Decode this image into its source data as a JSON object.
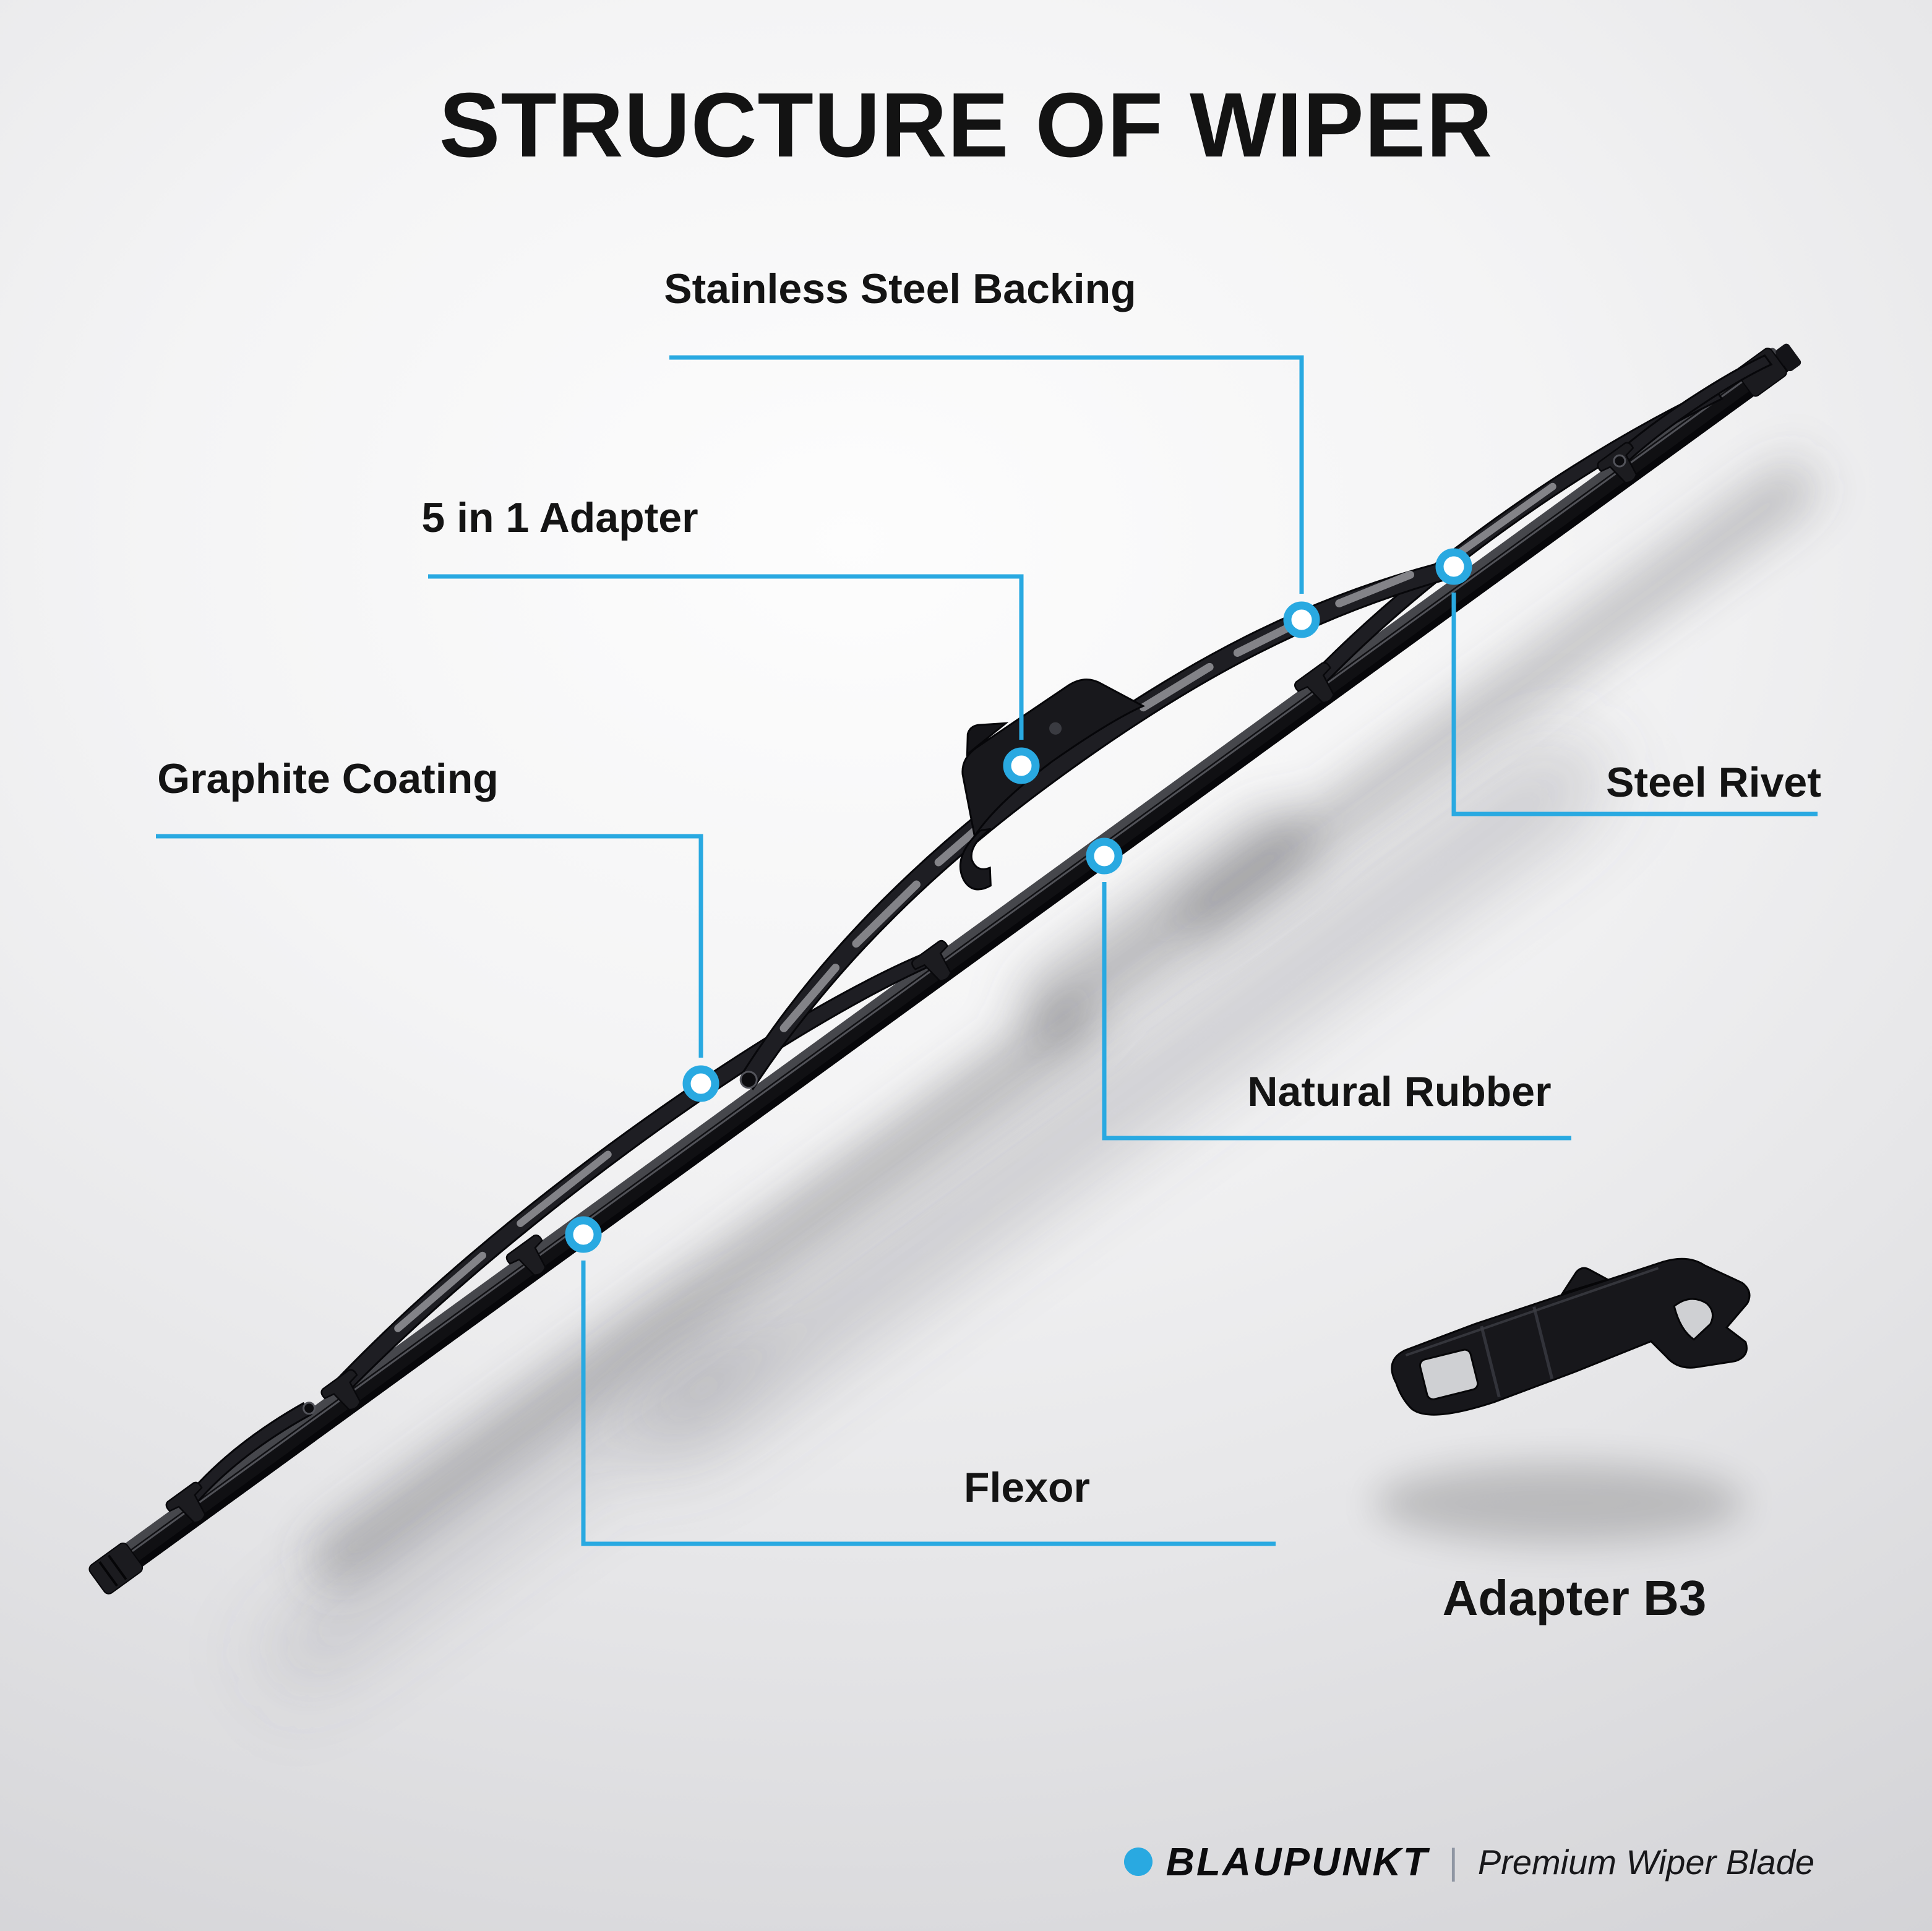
{
  "title": "STRUCTURE OF WIPER",
  "callouts": {
    "backing": "Stainless Steel Backing",
    "adapter_5in1": "5 in 1 Adapter",
    "graphite": "Graphite Coating",
    "rivet": "Steel Rivet",
    "rubber": "Natural Rubber",
    "flexor": "Flexor"
  },
  "adapter_part_label": "Adapter B3",
  "brand": {
    "name": "BLAUPUNKT",
    "divider": "|",
    "tagline": "Premium Wiper Blade"
  },
  "colors": {
    "accent_blue": "#29a9e1",
    "ink": "#141414",
    "background_gray": "#e8e8ea",
    "blade_black": "#17171b"
  }
}
